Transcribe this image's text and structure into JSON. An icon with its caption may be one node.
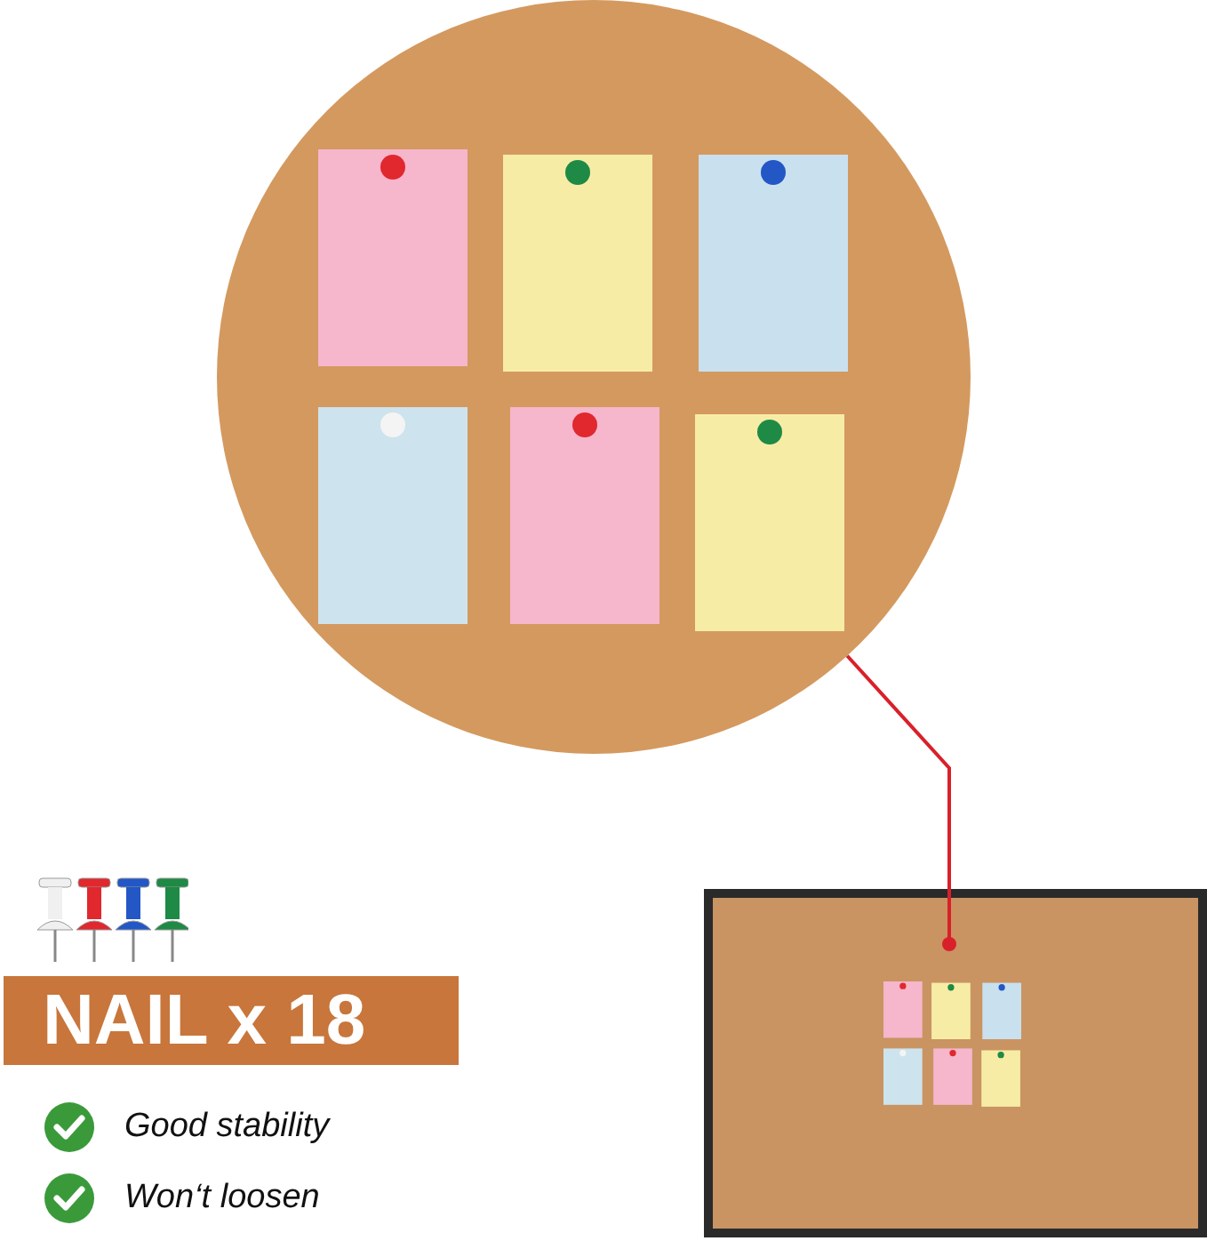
{
  "diagram": {
    "nodes": [
      {
        "text": [],
        "shape": "picture"
      },
      {
        "text": [],
        "shape": "picture"
      }
    ],
    "edges": [
      {
        "from": 0,
        "to": 1,
        "arrow": "other",
        "color": "#d9202a"
      }
    ],
    "labels": [
      "NAIL x 18",
      "Good stability",
      "Won‘t loosen"
    ]
  }
}
